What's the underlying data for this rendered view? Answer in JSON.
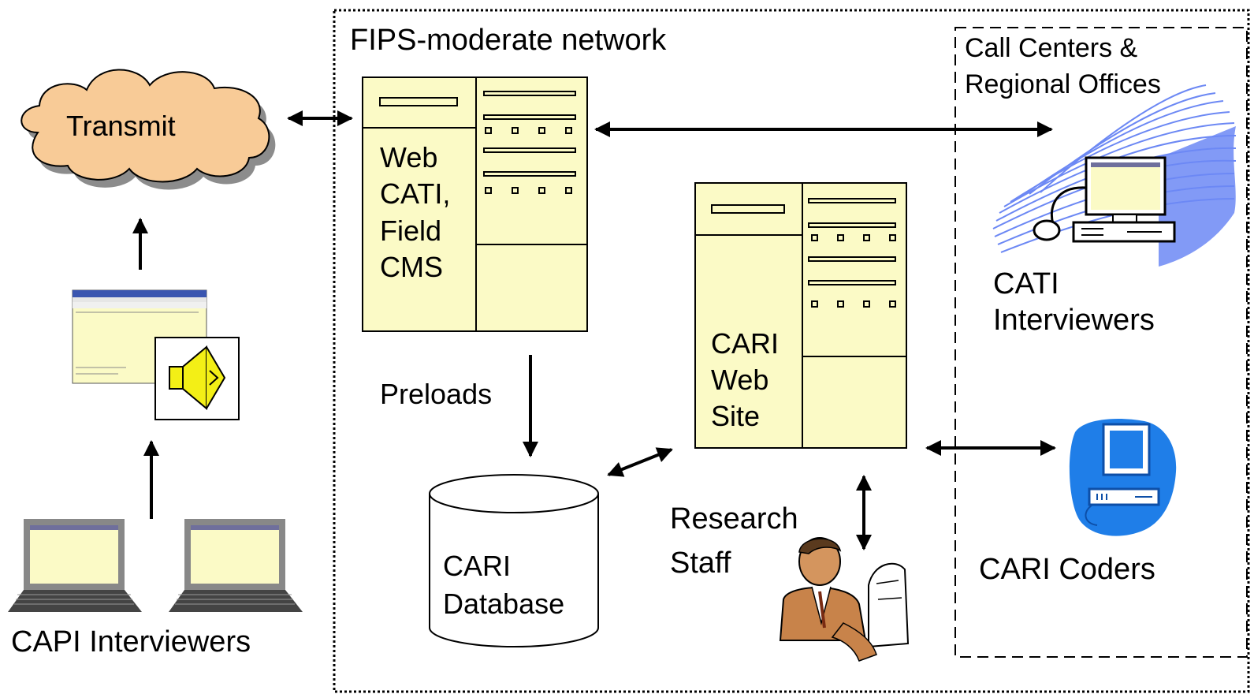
{
  "regions": {
    "fips_label": "FIPS-moderate network",
    "callcenter_label_line1": "Call Centers &",
    "callcenter_label_line2": "Regional Offices"
  },
  "cloud": {
    "label": "Transmit",
    "fill": "#f8cb97"
  },
  "web_server": {
    "lines": [
      "Web",
      "CATI,",
      "Field",
      "CMS"
    ]
  },
  "cari_server": {
    "lines": [
      "CARI",
      "Web",
      "Site"
    ]
  },
  "preloads_label": "Preloads",
  "database": {
    "lines": [
      "CARI",
      "Database"
    ]
  },
  "research_staff": {
    "lines": [
      "Research",
      "Staff"
    ]
  },
  "cati_interviewers": {
    "lines": [
      "CATI",
      "Interviewers"
    ]
  },
  "cari_coders": {
    "label": "CARI Coders"
  },
  "capi_interviewers": {
    "label": "CAPI Interviewers"
  },
  "colors": {
    "server_fill": "#fbfac6",
    "cloud_fill": "#f8cb97",
    "speaker_fill": "#f3ef16",
    "computer_blue": "#1f7ee8",
    "fan_blue": "#6c88f4"
  },
  "icons": {
    "cloud": "cloud-icon",
    "speaker": "speaker-icon",
    "laptop": "laptop-icon",
    "database": "database-cylinder-icon",
    "person_at_computer": "person-at-computer-icon",
    "workstation": "desktop-computer-icon",
    "cati_workstation": "cati-workstation-icon"
  }
}
